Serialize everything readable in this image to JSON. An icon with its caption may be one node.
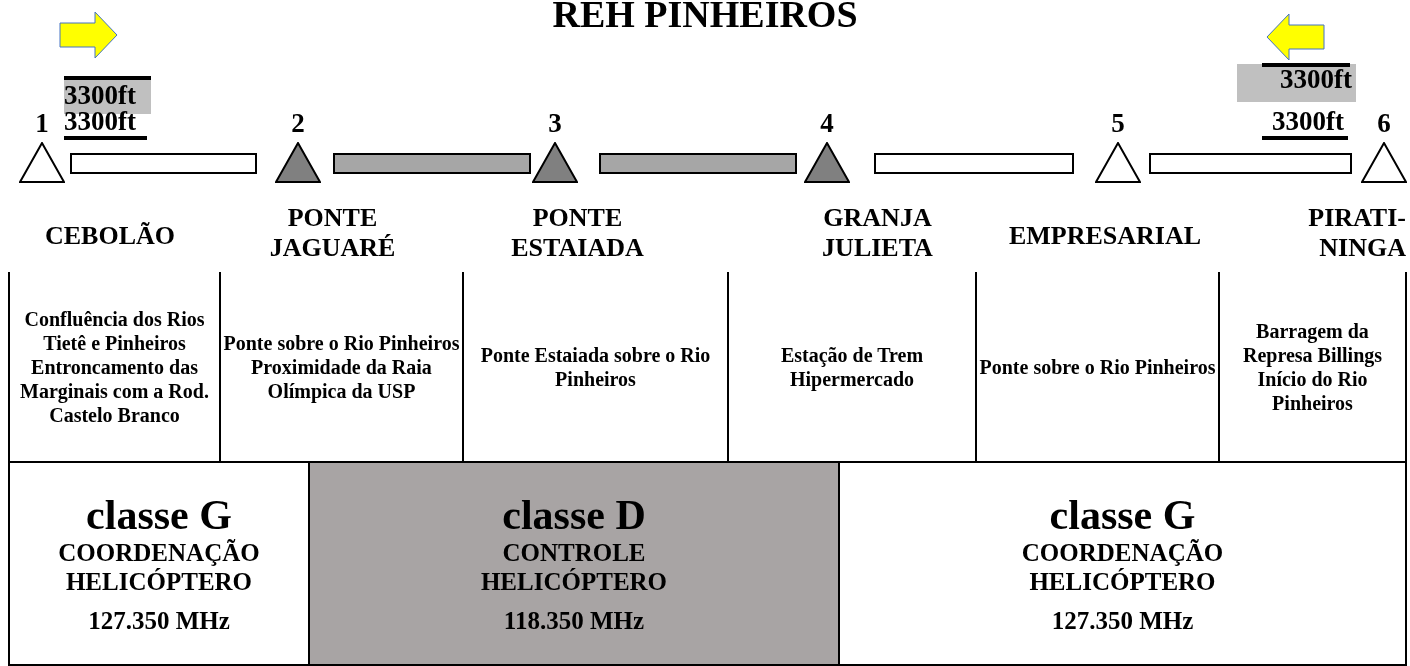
{
  "diagram": {
    "title": "REH PINHEIROS",
    "nodes": [
      {
        "text": [
          "1"
        ]
      },
      {
        "text": [
          "2"
        ]
      },
      {
        "text": [
          "3"
        ]
      },
      {
        "text": [
          "4"
        ]
      },
      {
        "text": [
          "5"
        ]
      },
      {
        "text": [
          "6"
        ]
      },
      {
        "text": [],
        "shape": "bar"
      },
      {
        "text": [],
        "shape": "bar"
      },
      {
        "text": [],
        "shape": "bar"
      },
      {
        "text": [],
        "shape": "bar"
      },
      {
        "text": [],
        "shape": "bar"
      },
      {
        "text": [
          "Confluência dos Rios Tietê e Pinheiros Entroncamento das Marginais com a Rod. Castelo Branco"
        ]
      },
      {
        "text": [
          "Ponte sobre o Rio Pinheiros Proximidade da Raia Olímpica da USP"
        ]
      },
      {
        "text": [
          "Ponte Estaiada sobre o Rio Pinheiros"
        ]
      },
      {
        "text": [
          "Estação de Trem Hipermercado"
        ]
      },
      {
        "text": [
          "Ponte sobre o Rio Pinheiros"
        ]
      },
      {
        "text": [
          "Barragem da Represa Billings Início do Rio Pinheiros"
        ]
      },
      {
        "text": [
          "classe G",
          "COORDENAÇÃO HELICÓPTERO",
          "127.350 MHz"
        ]
      },
      {
        "text": [
          "classe D",
          "CONTROLE HELICÓPTERO",
          "118.350 MHz"
        ]
      },
      {
        "text": [
          "classe G",
          "COORDENAÇÃO HELICÓPTERO",
          "127.350 MHz"
        ]
      }
    ],
    "labels": [
      "3300ft",
      "3300ft",
      "3300ft",
      "3300ft",
      "CEBOLÃO",
      "PONTE JAGUARÉ",
      "PONTE ESTAIADA",
      "GRANJA JULIETA",
      "EMPRESARIAL",
      "PIRATI- NINGA"
    ]
  }
}
